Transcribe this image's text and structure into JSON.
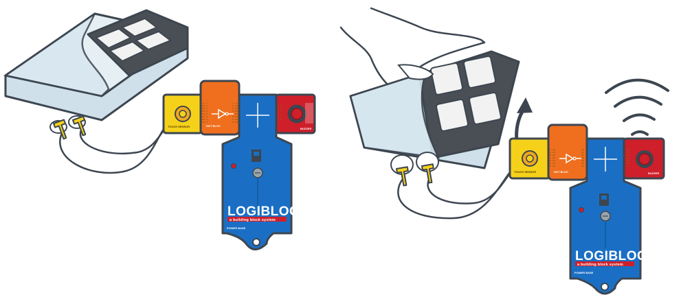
{
  "brand": {
    "name": "LOGIBLOCS",
    "tagline": "a building block system"
  },
  "base_label": "POWER BASE",
  "modules": {
    "not_gate": "NOT BLOC",
    "touch_sensor": "TOUCH SENSOR",
    "buzzer": "BUZZER"
  },
  "colors": {
    "base_blue": "#1a6fc4",
    "module_yellow": "#f5d11a",
    "module_orange": "#ef6f1f",
    "module_red": "#cf1f2a",
    "outline": "#3d4650",
    "foil": "#d6e6ef"
  },
  "icons": [
    "chocolate-bar-icon",
    "hand-icon",
    "sound-waves-icon",
    "up-arrow-icon",
    "alligator-clip-icon"
  ]
}
